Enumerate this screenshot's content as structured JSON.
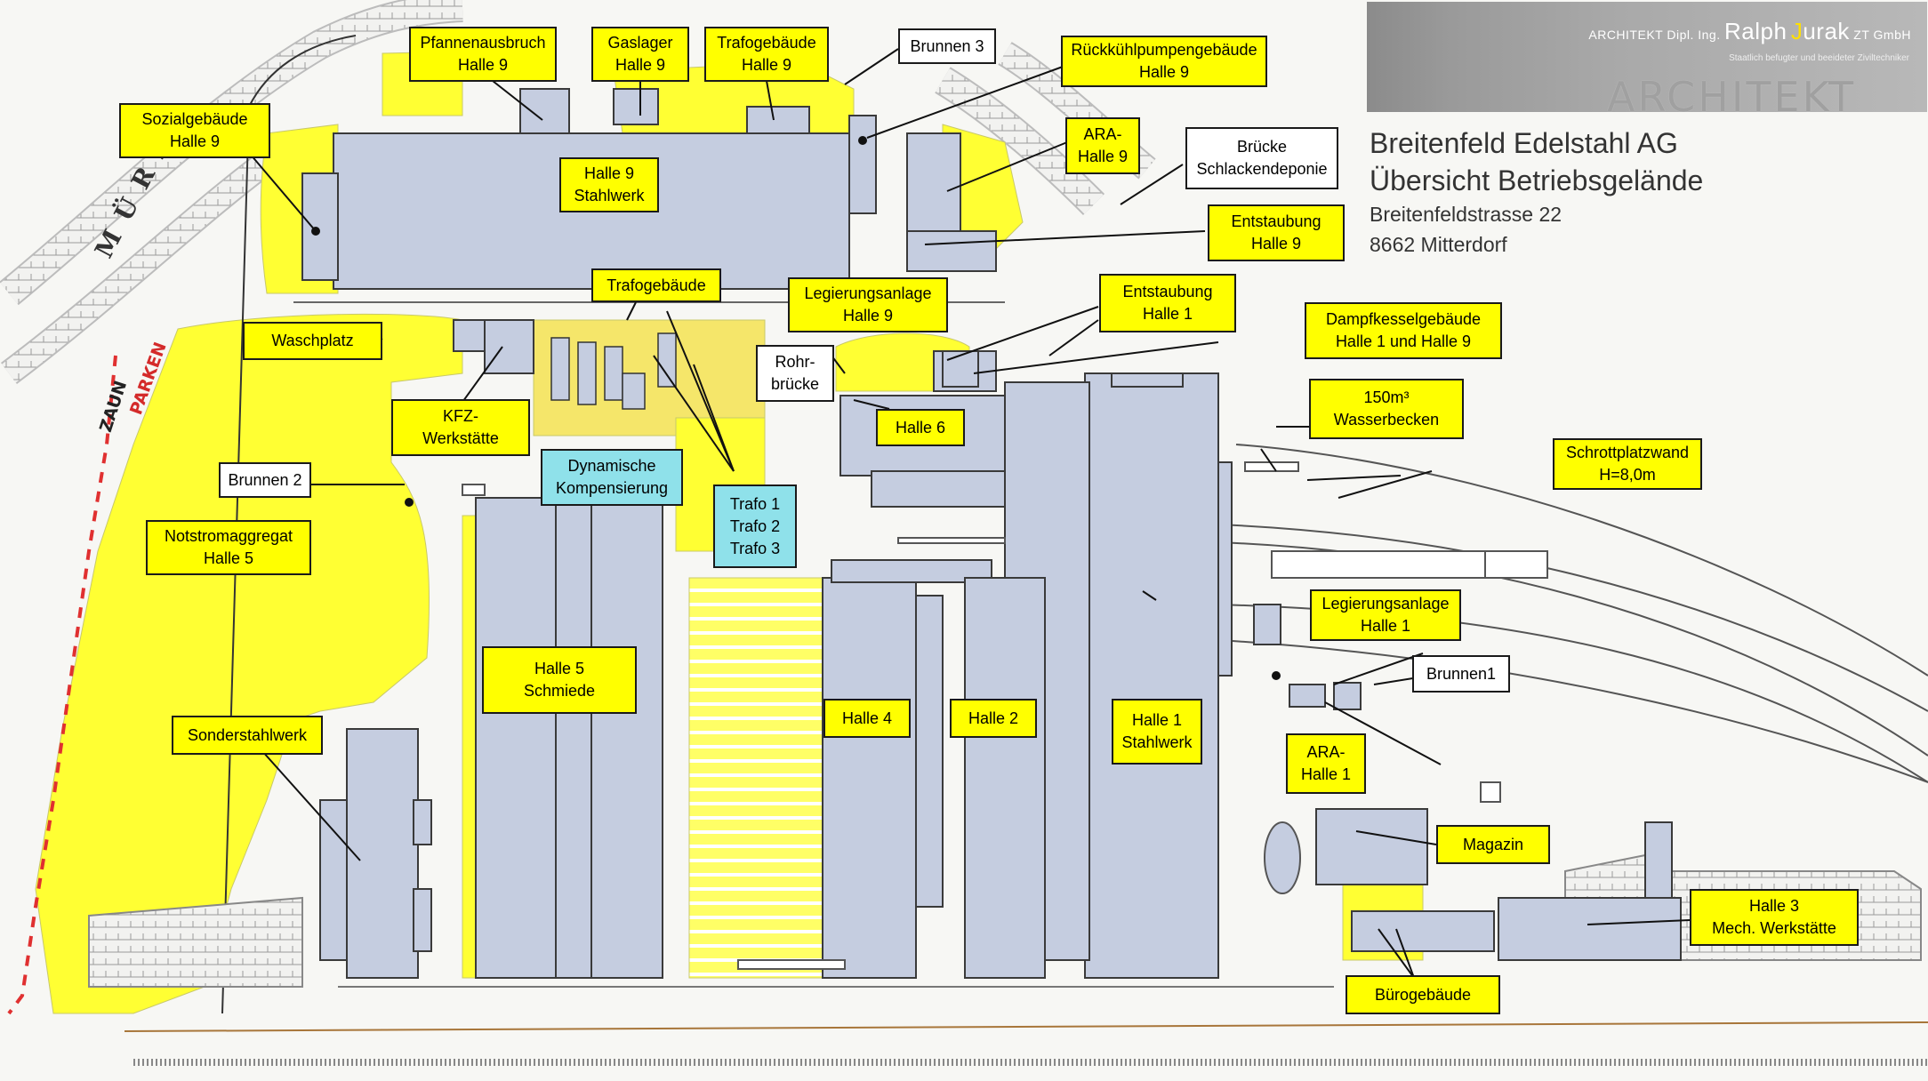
{
  "header": {
    "company": "Breitenfeld Edelstahl AG",
    "subtitle": "Übersicht Betriebsgelände",
    "street": "Breitenfeldstrasse 22",
    "city": "8662 Mitterdorf"
  },
  "logo": {
    "prefix": "ARCHITEKT Dipl. Ing.",
    "name_part1": "Ralph",
    "name_j": "J",
    "name_part2": "urak",
    "suffix": "ZT GmbH",
    "tagline": "Staatlich befugter und beeideter Ziviltechniker",
    "word": "ARCHITEKT"
  },
  "map_text": {
    "river": "MÜRZ",
    "fence": "ZAUN",
    "parking": "PARKEN"
  },
  "labels": [
    {
      "id": "pfannenausbruch",
      "lines": [
        "Pfannenausbruch",
        "Halle 9"
      ],
      "style": "yellow"
    },
    {
      "id": "gaslager",
      "lines": [
        "Gaslager",
        "Halle 9"
      ],
      "style": "yellow"
    },
    {
      "id": "trafogebaeude-halle9",
      "lines": [
        "Trafogebäude",
        "Halle 9"
      ],
      "style": "yellow"
    },
    {
      "id": "brunnen-3",
      "lines": [
        "Brunnen 3"
      ],
      "style": "white"
    },
    {
      "id": "rueckkuehlpumpengebaeude",
      "lines": [
        "Rückkühlpumpengebäude",
        "Halle 9"
      ],
      "style": "yellow"
    },
    {
      "id": "sozialgebaeude",
      "lines": [
        "Sozialgebäude",
        "Halle 9"
      ],
      "style": "yellow"
    },
    {
      "id": "halle9-stahlwerk",
      "lines": [
        "Halle 9",
        "Stahlwerk"
      ],
      "style": "yellow"
    },
    {
      "id": "ara-halle9",
      "lines": [
        "ARA-",
        "Halle 9"
      ],
      "style": "yellow"
    },
    {
      "id": "bruecke-schlackendeponie",
      "lines": [
        "Brücke",
        "Schlackendeponie"
      ],
      "style": "white"
    },
    {
      "id": "entstaubung-halle9",
      "lines": [
        "Entstaubung",
        "Halle 9"
      ],
      "style": "yellow"
    },
    {
      "id": "trafogebaeude",
      "lines": [
        "Trafogebäude"
      ],
      "style": "yellow"
    },
    {
      "id": "legierungsanlage-halle9",
      "lines": [
        "Legierungsanlage",
        "Halle 9"
      ],
      "style": "yellow"
    },
    {
      "id": "entstaubung-halle1",
      "lines": [
        "Entstaubung",
        "Halle 1"
      ],
      "style": "yellow"
    },
    {
      "id": "dampfkesselgebaeude",
      "lines": [
        "Dampfkesselgebäude",
        "Halle 1 und Halle 9"
      ],
      "style": "yellow"
    },
    {
      "id": "waschplatz",
      "lines": [
        "Waschplatz"
      ],
      "style": "yellow"
    },
    {
      "id": "rohrbruecke",
      "lines": [
        "Rohr-",
        "brücke"
      ],
      "style": "white"
    },
    {
      "id": "kfz-werkstaette",
      "lines": [
        "KFZ-",
        "Werkstätte"
      ],
      "style": "yellow"
    },
    {
      "id": "halle6",
      "lines": [
        "Halle 6"
      ],
      "style": "yellow"
    },
    {
      "id": "wasserbecken",
      "lines": [
        "150m³",
        "Wasserbecken"
      ],
      "style": "yellow"
    },
    {
      "id": "brunnen-2",
      "lines": [
        "Brunnen 2"
      ],
      "style": "white"
    },
    {
      "id": "dynamische-kompensierung",
      "lines": [
        "Dynamische",
        "Kompensierung"
      ],
      "style": "cyan"
    },
    {
      "id": "schrottplatzwand",
      "lines": [
        "Schrottplatzwand",
        "H=8,0m"
      ],
      "style": "yellow"
    },
    {
      "id": "trafo-123",
      "lines": [
        "Trafo 1",
        "Trafo 2",
        "Trafo 3"
      ],
      "style": "cyan"
    },
    {
      "id": "notstromaggregat",
      "lines": [
        "Notstromaggregat",
        "Halle 5"
      ],
      "style": "yellow"
    },
    {
      "id": "legierungsanlage-halle1",
      "lines": [
        "Legierungsanlage",
        "Halle 1"
      ],
      "style": "yellow"
    },
    {
      "id": "halle5-schmiede",
      "lines": [
        "Halle 5",
        "Schmiede"
      ],
      "style": "yellow"
    },
    {
      "id": "brunnen-1",
      "lines": [
        "Brunnen1"
      ],
      "style": "white"
    },
    {
      "id": "halle4",
      "lines": [
        "Halle 4"
      ],
      "style": "yellow"
    },
    {
      "id": "halle2",
      "lines": [
        "Halle 2"
      ],
      "style": "yellow"
    },
    {
      "id": "halle1-stahlwerk",
      "lines": [
        "Halle 1",
        "Stahlwerk"
      ],
      "style": "yellow"
    },
    {
      "id": "sonderstahlwerk",
      "lines": [
        "Sonderstahlwerk"
      ],
      "style": "yellow"
    },
    {
      "id": "ara-halle1",
      "lines": [
        "ARA-",
        "Halle 1"
      ],
      "style": "yellow"
    },
    {
      "id": "magazin",
      "lines": [
        "Magazin"
      ],
      "style": "yellow"
    },
    {
      "id": "halle3",
      "lines": [
        "Halle 3",
        "Mech. Werkstätte"
      ],
      "style": "yellow"
    },
    {
      "id": "buerogebaeude",
      "lines": [
        "Bürogebäude"
      ],
      "style": "yellow"
    }
  ],
  "colors": {
    "building": "#c5cde0",
    "building_outline": "#3a3a3a",
    "yellow_area": "#ffff33",
    "label_yellow": "#ffff00",
    "label_cyan": "#8fe1ea",
    "parking_line": "#e03030",
    "background": "#f7f7f4"
  }
}
